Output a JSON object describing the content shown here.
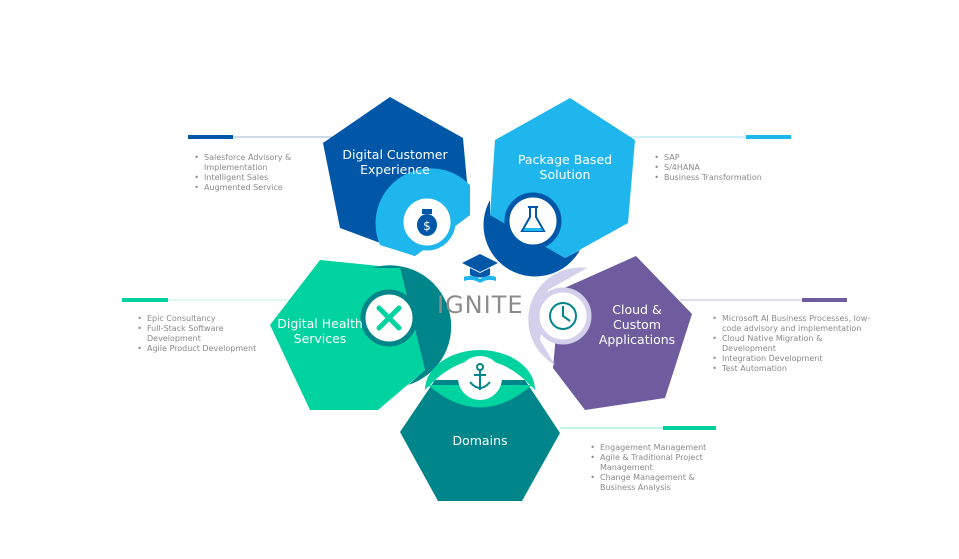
{
  "center": {
    "title": "IGNITE"
  },
  "segments": [
    {
      "title": "Digital Customer Experience",
      "color": "#0057a8",
      "icon": "money-bag-icon",
      "items": [
        "Salesforce Advisory & Implementation",
        "Intelligent Sales",
        "Augmented Service"
      ]
    },
    {
      "title": "Package Based Solution",
      "color": "#1fb6ee",
      "icon": "flask-icon",
      "items": [
        "SAP",
        "S/4HANA",
        "Business Transformation"
      ]
    },
    {
      "title": "Cloud & Custom Applications",
      "color": "#6e5c9e",
      "icon": "clock-icon",
      "items": [
        "Microsoft AI Business Processes, low-code advisory and implementation",
        "Cloud Native Migration & Development",
        "Integration Development",
        "Test Automation"
      ]
    },
    {
      "title": "Domains",
      "color": "#00868a",
      "icon": "anchor-icon",
      "items": [
        "Engagement Management",
        "Agile & Traditional Project Management",
        "Change Management & Business Analysis"
      ]
    },
    {
      "title": "Digital Health Services",
      "color": "#00d3a0",
      "icon": "tools-icon",
      "items": [
        "Epic Consultancy",
        "Full-Stack Software Development",
        "Agile Product Development"
      ]
    }
  ]
}
